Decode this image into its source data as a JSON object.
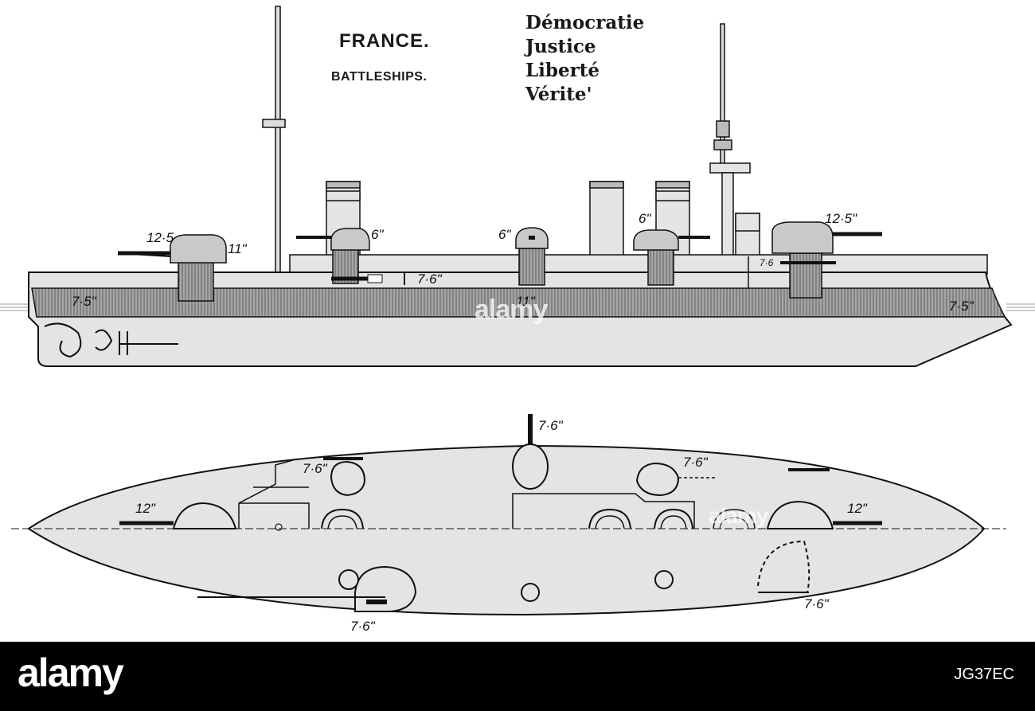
{
  "heading": {
    "country": "FRANCE.",
    "type": "BATTLESHIPS.",
    "ship_names": [
      "Démocratie",
      "Justice",
      "Liberté",
      "Vérite'"
    ]
  },
  "profile_labels": {
    "fwd_turret_a": "12·5",
    "fwd_turret_b": "11\"",
    "fwd_6in": "6\"",
    "mid_6in": "6\"",
    "aft_6in": "6\"",
    "aft_turret": "12·5\"",
    "casemate_76": "7·6\"",
    "small_76": "7·6",
    "belt_bow": "7·5\"",
    "belt_mid": "11\"",
    "belt_stern": "7·5\""
  },
  "plan_labels": {
    "top_76": "7·6\"",
    "fwd_76": "7·6\"",
    "aft_76": "7·6\"",
    "bow_12": "12\"",
    "stern_12": "12\"",
    "low_76_left": "7·6\"",
    "low_76_right": "7·6\""
  },
  "watermarks": [
    "alamy",
    "alamy"
  ],
  "footer": {
    "logo": "alamy",
    "image_id": "JG37EC"
  },
  "colors": {
    "hull": "#e4e4e4",
    "belt": "#8c8c8c",
    "ink": "#111111",
    "footer": "#000000"
  }
}
